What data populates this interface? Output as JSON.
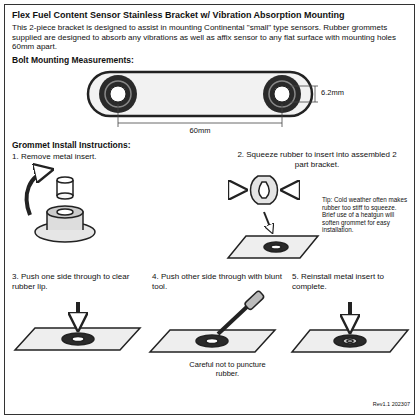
{
  "diagram": {
    "title": "Flex Fuel Content Sensor Stainless Bracket w/ Vibration Absorption Mounting",
    "labels": [
      "This 2-piece bracket is designed to assist in mounting Continental \"small\" type sensors. Rubber grommets supplied are designed to absorb any vibrations as well as affix sensor to any flat surface with mounting holes 60mm apart.",
      "Bolt Mounting Measurements:",
      "6.2mm",
      "60mm",
      "Grommet Install Instructions:",
      "1. Remove metal insert.",
      "2. Squeeze rubber to insert into assembled 2 part bracket.",
      "Tip: Cold weather often makes rubber too stiff to squeeze. Brief use of a heatgun will soften grommet for easy installation.",
      "3. Push one side through to clear rubber lip.",
      "4. Push other side through with blunt tool.",
      "Careful not to puncture rubber.",
      "5. Reinstall metal insert to complete.",
      "Rev1.1 202307"
    ]
  }
}
